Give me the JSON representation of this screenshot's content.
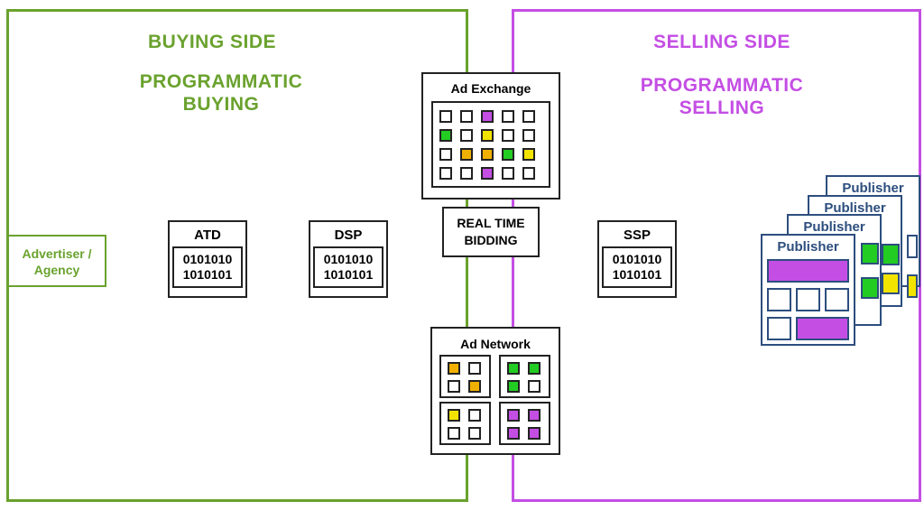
{
  "buying": {
    "side_label": "BUYING SIDE",
    "heading_line1": "PROGRAMMATIC",
    "heading_line2": "BUYING",
    "color": "#6aa22e"
  },
  "selling": {
    "side_label": "SELLING SIDE",
    "heading_line1": "PROGRAMMATIC",
    "heading_line2": "SELLING",
    "color": "#c44ee4"
  },
  "advertiser": {
    "line1": "Advertiser /",
    "line2": "Agency"
  },
  "atd": {
    "label": "ATD",
    "code_line1": "0101010",
    "code_line2": "1010101"
  },
  "dsp": {
    "label": "DSP",
    "code_line1": "0101010",
    "code_line2": "1010101"
  },
  "ssp": {
    "label": "SSP",
    "code_line1": "0101010",
    "code_line2": "1010101"
  },
  "rtb": {
    "line1": "REAL TIME",
    "line2": "BIDDING"
  },
  "ad_exchange": {
    "label": "Ad Exchange",
    "grid": [
      [
        "white",
        "white",
        "purple",
        "white",
        "white"
      ],
      [
        "green",
        "white",
        "yellow",
        "white",
        "white"
      ],
      [
        "white",
        "orange",
        "orange",
        "green",
        "yellow"
      ],
      [
        "white",
        "white",
        "purple",
        "white",
        "white"
      ]
    ]
  },
  "ad_network": {
    "label": "Ad Network",
    "groups": [
      [
        "orange",
        "white",
        "white",
        "orange"
      ],
      [
        "green",
        "green",
        "green",
        "white"
      ],
      [
        "yellow",
        "white",
        "white",
        "white"
      ],
      [
        "purple",
        "purple",
        "purple",
        "purple"
      ]
    ]
  },
  "publishers": [
    "Publisher",
    "Publisher",
    "Publisher",
    "Publisher"
  ],
  "colors": {
    "white": "#ffffff",
    "purple": "#c44ee4",
    "green": "#22cc22",
    "yellow": "#f3e400",
    "orange": "#f0b000",
    "publisher_border": "#2d4e7e"
  }
}
